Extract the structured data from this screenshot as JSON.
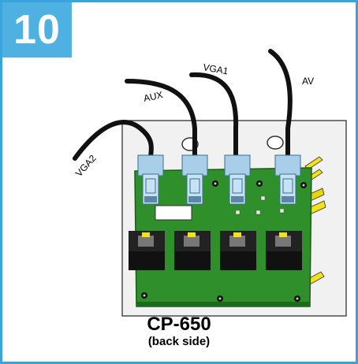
{
  "step": {
    "number": "10"
  },
  "device": {
    "model": "CP-650",
    "side": "(back side)"
  },
  "cables": [
    {
      "label": "VGA2"
    },
    {
      "label": "AUX"
    },
    {
      "label": "VGA1"
    },
    {
      "label": "AV"
    }
  ],
  "colors": {
    "frame_border": "#3aa3dc",
    "badge_bg": "#4fb0e2",
    "pcb_green": "#2f8f2a",
    "connector_blue": "#a9cfe8",
    "cable_black": "#111111",
    "pin_yellow": "#f3e21a"
  }
}
